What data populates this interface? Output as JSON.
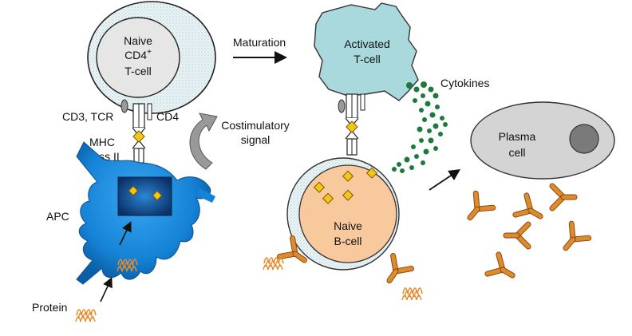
{
  "labels": {
    "naive_t_line1": "Naive",
    "naive_t_line2": "CD4",
    "naive_t_sup": "+",
    "naive_t_line3": "T-cell",
    "maturation": "Maturation",
    "activated_line1": "Activated",
    "activated_line2": "T-cell",
    "cytokines": "Cytokines",
    "cd3_tcr": "CD3, TCR",
    "cd4": "CD4",
    "costim_line1": "Costimulatory",
    "costim_line2": "signal",
    "mhc_line1": "MHC",
    "mhc_line2": "class II",
    "apc": "APC",
    "protein": "Protein",
    "naive_b_line1": "Naive",
    "naive_b_line2": "B-cell",
    "plasma_line1": "Plasma",
    "plasma_line2": "cell"
  },
  "colors": {
    "apc_blue": "#1a8be0",
    "apc_dark": "#0d3f78",
    "antigen_yellow": "#f5c518",
    "activated_fill": "#a9d9dd",
    "bcell_fill": "#f9c99e",
    "cytokine_green": "#1c7a3b",
    "antibody_orange": "#d9822b",
    "plasma_fill": "#d4d4d4",
    "nucleus_fill": "#7a7a7a",
    "stipple_blue": "#bcd6de"
  }
}
